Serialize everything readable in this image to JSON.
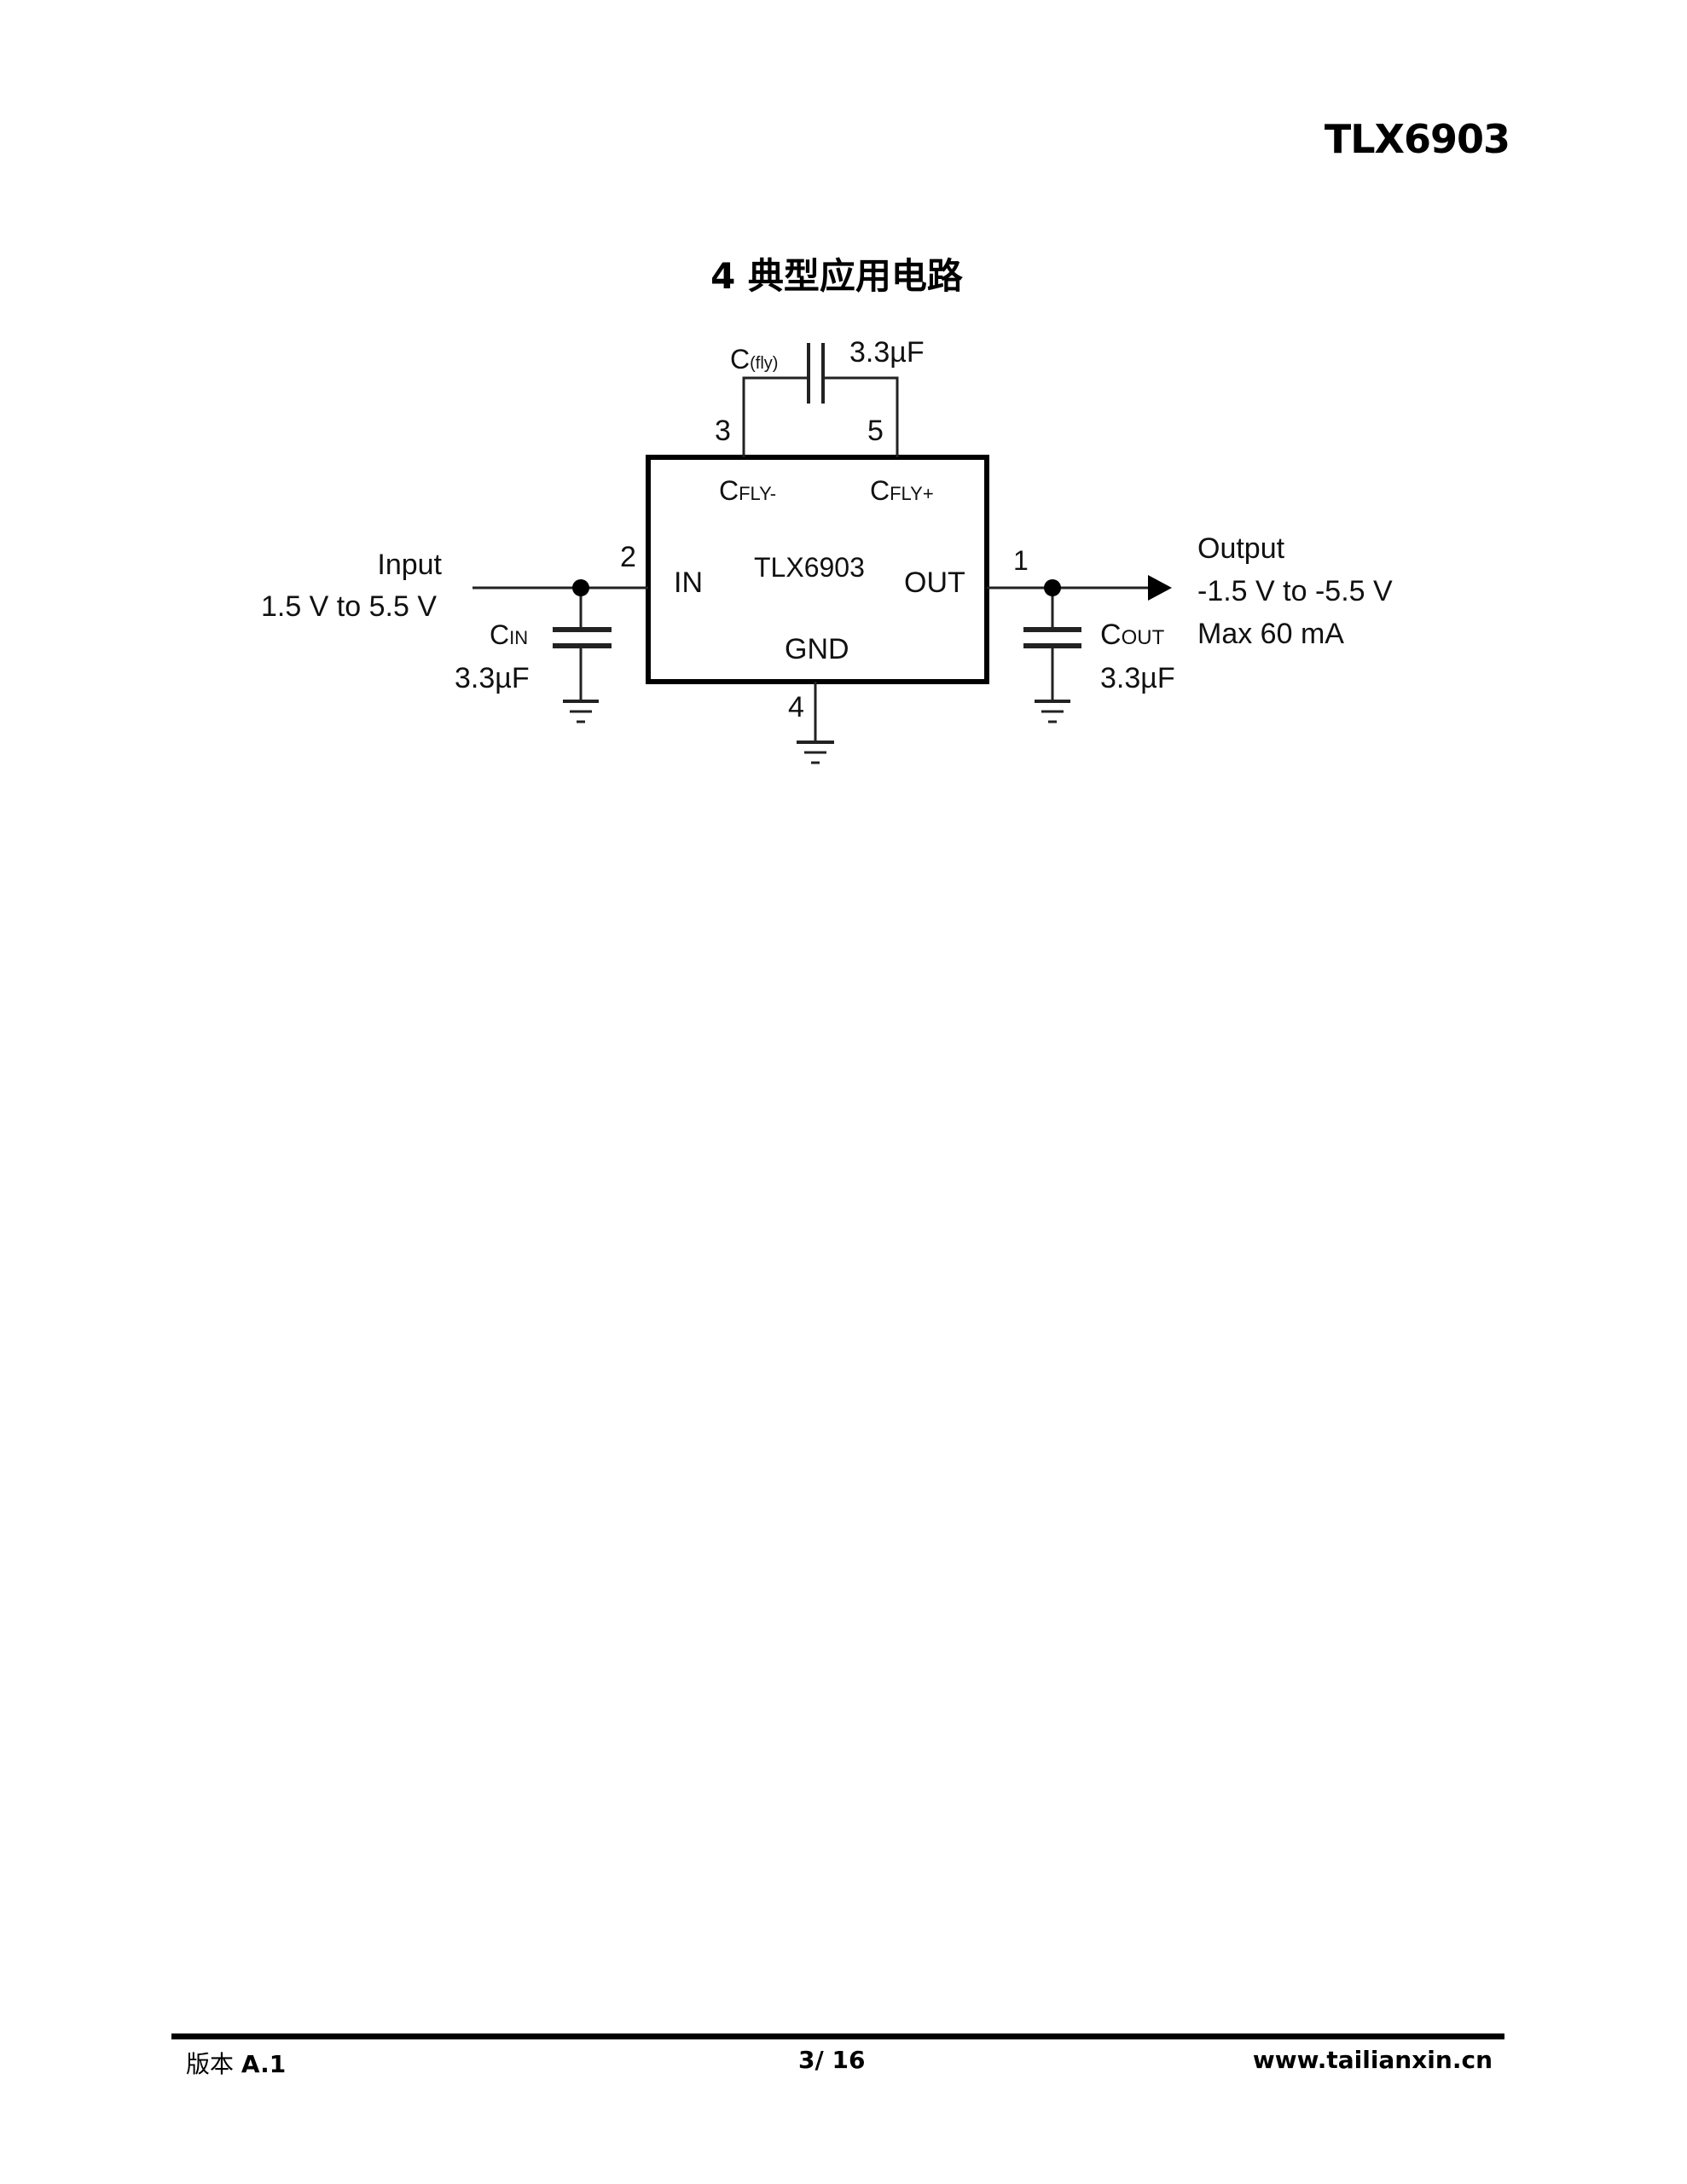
{
  "header": {
    "part_number": "TLX6903"
  },
  "section_title": "4 典型应用电路",
  "schematic": {
    "cfly_label": "C",
    "cfly_sub": "(fly)",
    "cfly_value": "3.3µF",
    "pin3": "3",
    "pin5": "5",
    "pin2": "2",
    "pin1": "1",
    "pin4": "4",
    "cfly_minus_c": "C",
    "cfly_minus_sub": "FLY-",
    "cfly_plus_c": "C",
    "cfly_plus_sub": "FLY+",
    "chip_name": "TLX6903",
    "in_label": "IN",
    "out_label": "OUT",
    "gnd_label": "GND",
    "input_label": "Input",
    "input_range": "1.5 V to 5.5 V",
    "cin_c": "C",
    "cin_sub": "IN",
    "cin_value": "3.3µF",
    "cout_c": "C",
    "cout_sub": "OUT",
    "cout_value": "3.3µF",
    "output_label": "Output",
    "output_range": "-1.5 V to -5.5 V",
    "output_max": "Max 60 mA"
  },
  "footer": {
    "version_prefix": "版本",
    "version": "A.1",
    "page": "3/ 16",
    "website": "www.tailianxin.cn"
  }
}
